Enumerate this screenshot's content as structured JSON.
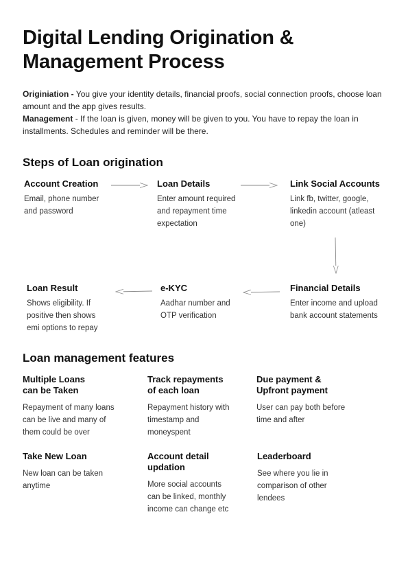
{
  "title_line1": "Digital Lending Origination &",
  "title_line2": "Management Process",
  "intro": {
    "origination_label": "Originiation -",
    "origination_text": " You give your identity details, financial proofs, social connection proofs, choose loan amount and the app gives results.",
    "management_label": "Management",
    "management_text": " - If the loan is given, money will be given to you. You have to repay the loan in installments. Schedules and reminder will be there."
  },
  "steps_heading": "Steps of Loan origination",
  "steps": [
    {
      "title": "Account Creation",
      "desc": "Email, phone number and password"
    },
    {
      "title": "Loan Details",
      "desc": "Enter amount required and repayment time expectation"
    },
    {
      "title": "Link Social Accounts",
      "desc": "Link fb, twitter, google, linkedin account (atleast one)"
    },
    {
      "title": "Financial Details",
      "desc": "Enter income and upload bank account statements"
    },
    {
      "title": "e-KYC",
      "desc": "Aadhar number and OTP verification"
    },
    {
      "title": "Loan Result",
      "desc": "Shows eligibility. If positive then shows emi options to repay"
    }
  ],
  "features_heading": "Loan management features",
  "features": [
    {
      "title_l1": "Multiple Loans",
      "title_l2": "can be Taken",
      "desc": "Repayment of many loans can be live and many of them could be over"
    },
    {
      "title_l1": "Track repayments",
      "title_l2": "of each loan",
      "desc": "Repayment history with timestamp and moneyspent"
    },
    {
      "title_l1": "Due payment &",
      "title_l2": "Upfront payment",
      "desc": "User can pay both before time and after"
    },
    {
      "title_l1": "Take New Loan",
      "title_l2": "",
      "desc": "New loan can be taken anytime"
    },
    {
      "title_l1": "Account detail",
      "title_l2": "updation",
      "desc": "More social accounts can be linked, monthly income can change etc"
    },
    {
      "title_l1": "Leaderboard",
      "title_l2": "",
      "desc": "See where you lie in comparison of other lendees"
    }
  ],
  "colors": {
    "text": "#222222",
    "heading": "#111111",
    "arrow": "#8a8a8a"
  }
}
